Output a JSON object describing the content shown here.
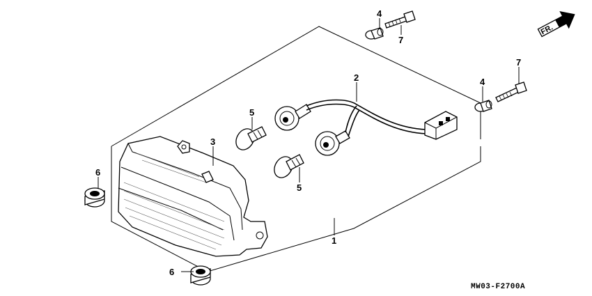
{
  "callouts": {
    "c1": "1",
    "c2": "2",
    "c3": "3",
    "c4a": "4",
    "c4b": "4",
    "c5a": "5",
    "c5b": "5",
    "c6a": "6",
    "c6b": "6",
    "c7a": "7",
    "c7b": "7"
  },
  "direction_label": "FR.",
  "diagram_code": "MW03-F2700A"
}
